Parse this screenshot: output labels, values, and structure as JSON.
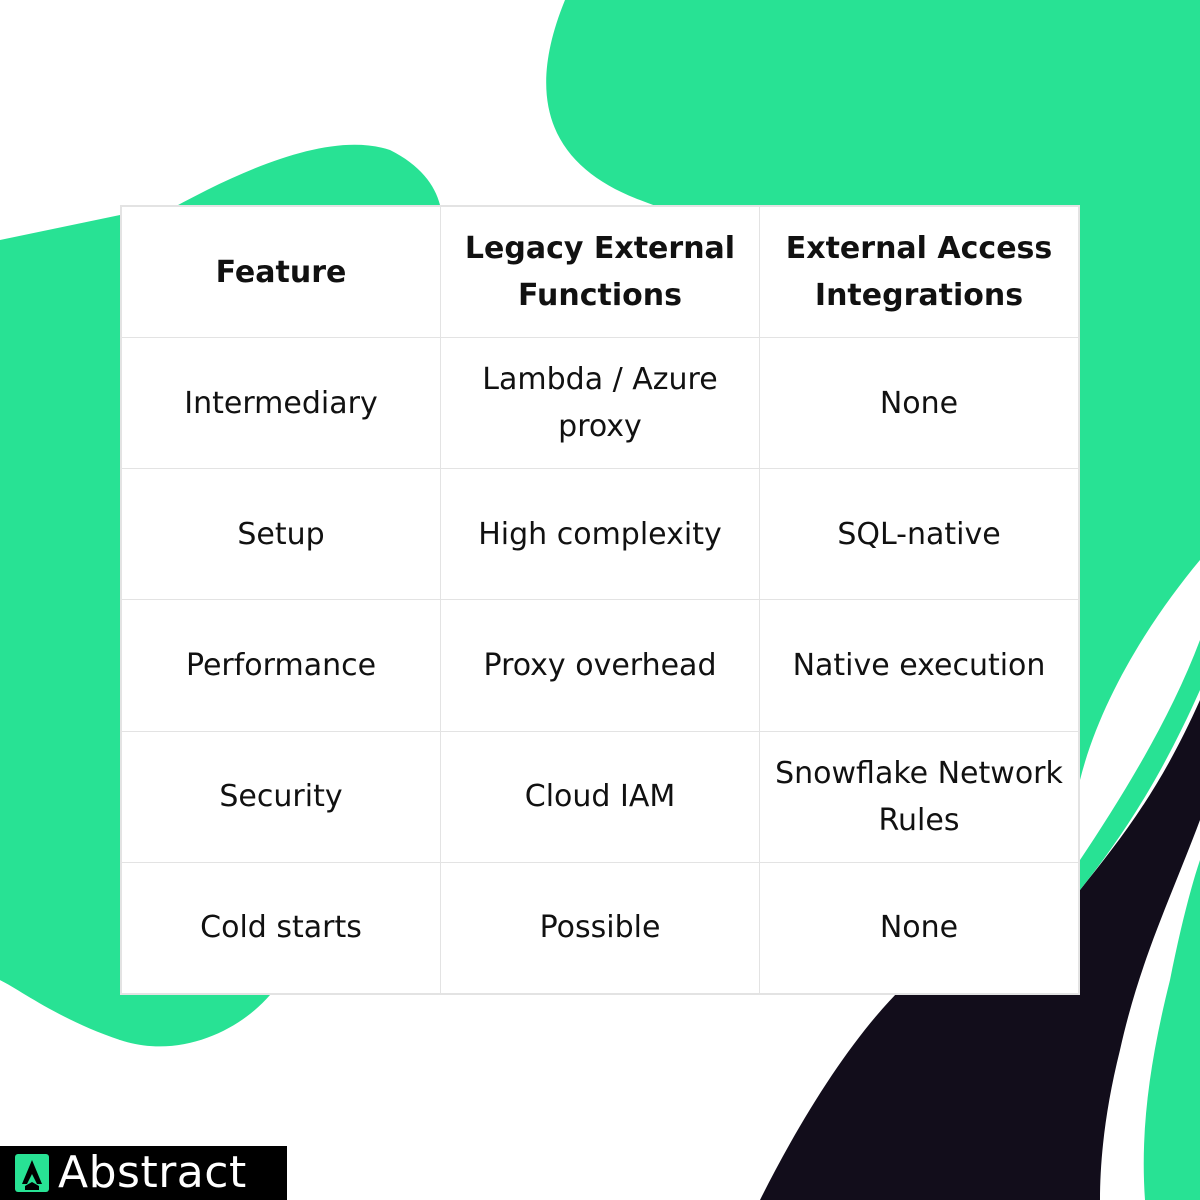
{
  "colors": {
    "background": "#ffffff",
    "accent_green": "#28e294",
    "dark": "#120d1b",
    "table_border": "#e3e3e3",
    "text": "#111111"
  },
  "table": {
    "headers": [
      "Feature",
      "Legacy External Functions",
      "External Access Integrations"
    ],
    "rows": [
      [
        "Intermediary",
        "Lambda / Azure proxy",
        "None"
      ],
      [
        "Setup",
        "High complexity",
        "SQL-native"
      ],
      [
        "Performance",
        "Proxy overhead",
        "Native execution"
      ],
      [
        "Security",
        "Cloud IAM",
        "Snowflake Network Rules"
      ],
      [
        "Cold starts",
        "Possible",
        "None"
      ]
    ]
  },
  "brand": {
    "name": "Abstract",
    "icon": "abstract-logo-icon"
  }
}
